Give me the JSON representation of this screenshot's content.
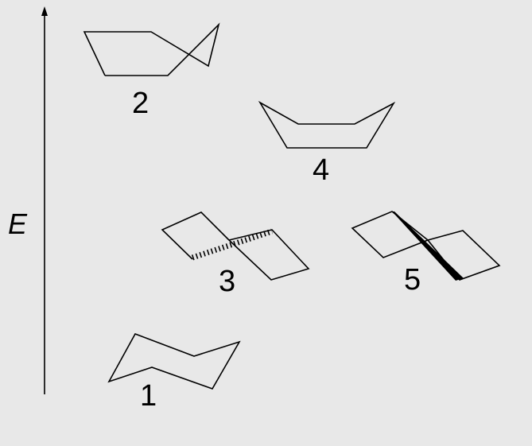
{
  "axis": {
    "label": "E"
  },
  "conformers": [
    {
      "id": "1",
      "label": "1"
    },
    {
      "id": "2",
      "label": "2"
    },
    {
      "id": "3",
      "label": "3"
    },
    {
      "id": "4",
      "label": "4"
    },
    {
      "id": "5",
      "label": "5"
    }
  ],
  "colors": {
    "background": "#e8e8e8",
    "stroke": "#000000"
  }
}
